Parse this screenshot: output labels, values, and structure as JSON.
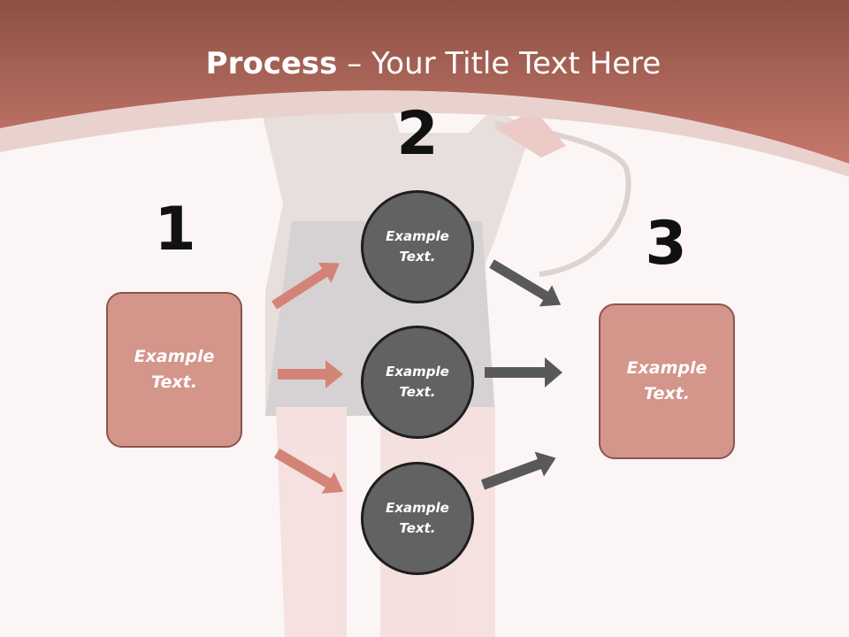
{
  "title": {
    "bold": "Process",
    "dash": " – ",
    "rest": "Your Title Text Here"
  },
  "steps": [
    {
      "number": "1",
      "text": "Example\nText."
    },
    {
      "number": "2",
      "items": [
        "Example\nText.",
        "Example\nText.",
        "Example\nText."
      ]
    },
    {
      "number": "3",
      "text": "Example\nText."
    }
  ],
  "colors": {
    "header": "#c07468",
    "box_fill": "#d4958b",
    "box_border": "#8a5650",
    "circle_fill": "#626262",
    "circle_border": "#1e1e1e",
    "arrow_left": "#d48477",
    "arrow_right": "#595959"
  }
}
